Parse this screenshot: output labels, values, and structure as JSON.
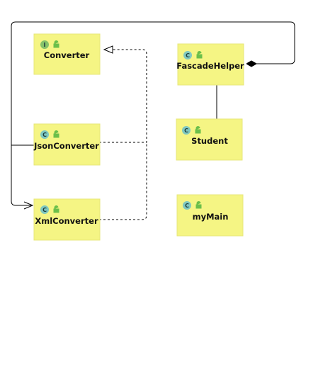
{
  "diagram": {
    "nodes": [
      {
        "id": "converter",
        "kind": "interface",
        "badge": "I",
        "label": "Converter",
        "public": true
      },
      {
        "id": "fascade",
        "kind": "class",
        "badge": "C",
        "label": "FascadeHelper",
        "public": true
      },
      {
        "id": "json",
        "kind": "class",
        "badge": "C",
        "label": "JsonConverter",
        "public": true
      },
      {
        "id": "student",
        "kind": "class",
        "badge": "C",
        "label": "Student",
        "public": true
      },
      {
        "id": "xml",
        "kind": "class",
        "badge": "C",
        "label": "XmlConverter",
        "public": true
      },
      {
        "id": "mymain",
        "kind": "class",
        "badge": "C",
        "label": "myMain",
        "public": true
      }
    ],
    "edges": [
      {
        "id": "json-realizes-converter",
        "type": "realization",
        "from": "json",
        "to": "converter"
      },
      {
        "id": "xml-realizes-converter",
        "type": "realization",
        "from": "xml",
        "to": "converter"
      },
      {
        "id": "fascade-uses-xml",
        "type": "composition-association",
        "from": "fascade",
        "to": "xml"
      },
      {
        "id": "fascade-student",
        "type": "association",
        "from": "fascade",
        "to": "student"
      }
    ],
    "colors": {
      "node_fill": "#f5f584",
      "class_badge": "#7fc8c0",
      "interface_badge": "#86c26a",
      "lock_icon": "#6bbf4a",
      "edge": "#000000"
    }
  }
}
